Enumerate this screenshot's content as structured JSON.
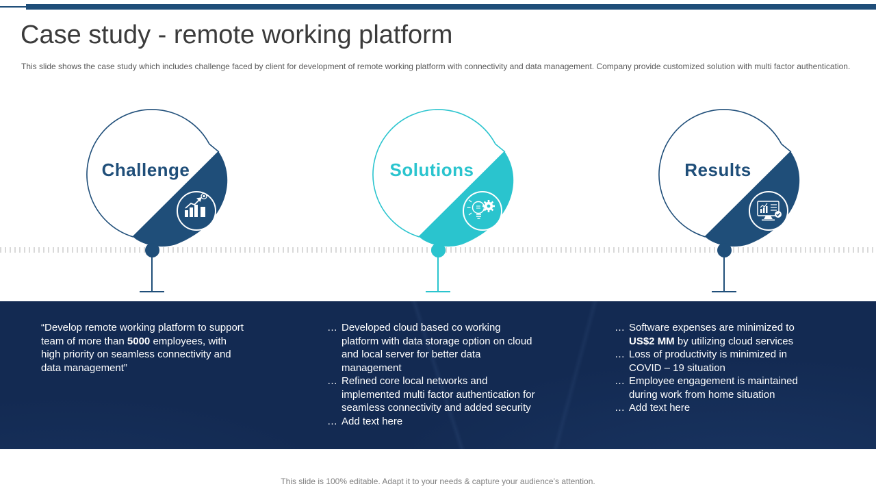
{
  "slide": {
    "title": "Case study - remote working platform",
    "subtitle": "This slide shows the case study which includes challenge faced by client for development of remote working platform with connectivity and data management. Company provide customized solution with multi factor authentication.",
    "footer": "This slide is 100% editable. Adapt it to your needs & capture your audience’s attention."
  },
  "colors": {
    "navy_accent": "#1F4E79",
    "teal_accent": "#2AC4CE",
    "panel_background": "#132A52",
    "title_text": "#3B3B3B",
    "subtitle_text": "#595959",
    "footer_text": "#7F7F7F",
    "timeline_tick": "#D9D9D9"
  },
  "stages": [
    {
      "label": "Challenge",
      "icon": "growth-chart-target-icon",
      "color": "#1F4E79"
    },
    {
      "label": "Solutions",
      "icon": "lightbulb-gear-icon",
      "color": "#2AC4CE"
    },
    {
      "label": "Results",
      "icon": "monitor-analytics-icon",
      "color": "#1F4E79"
    }
  ],
  "panel": {
    "bullet": "…",
    "challenge_quote": {
      "pre": "“Develop remote working platform to support\nteam of more than ",
      "bold": "5000",
      "post": " employees, with\nhigh priority on seamless connectivity and\ndata management”"
    },
    "solutions_items": [
      {
        "pre": "Developed cloud based co working\nplatform with data storage option on cloud\nand local server for better data\nmanagement",
        "bold": "",
        "post": ""
      },
      {
        "pre": "Refined core local networks and\nimplemented multi factor authentication for\nseamless connectivity and added security",
        "bold": "",
        "post": ""
      },
      {
        "pre": "Add text here",
        "bold": "",
        "post": ""
      }
    ],
    "results_items": [
      {
        "pre": "Software expenses are minimized to\n",
        "bold": "US$2 MM",
        "post": " by utilizing cloud services"
      },
      {
        "pre": "Loss of productivity is minimized in\nCOVID – 19 situation",
        "bold": "",
        "post": ""
      },
      {
        "pre": "Employee engagement is maintained\nduring work from home situation",
        "bold": "",
        "post": ""
      },
      {
        "pre": "Add text here",
        "bold": "",
        "post": ""
      }
    ]
  }
}
